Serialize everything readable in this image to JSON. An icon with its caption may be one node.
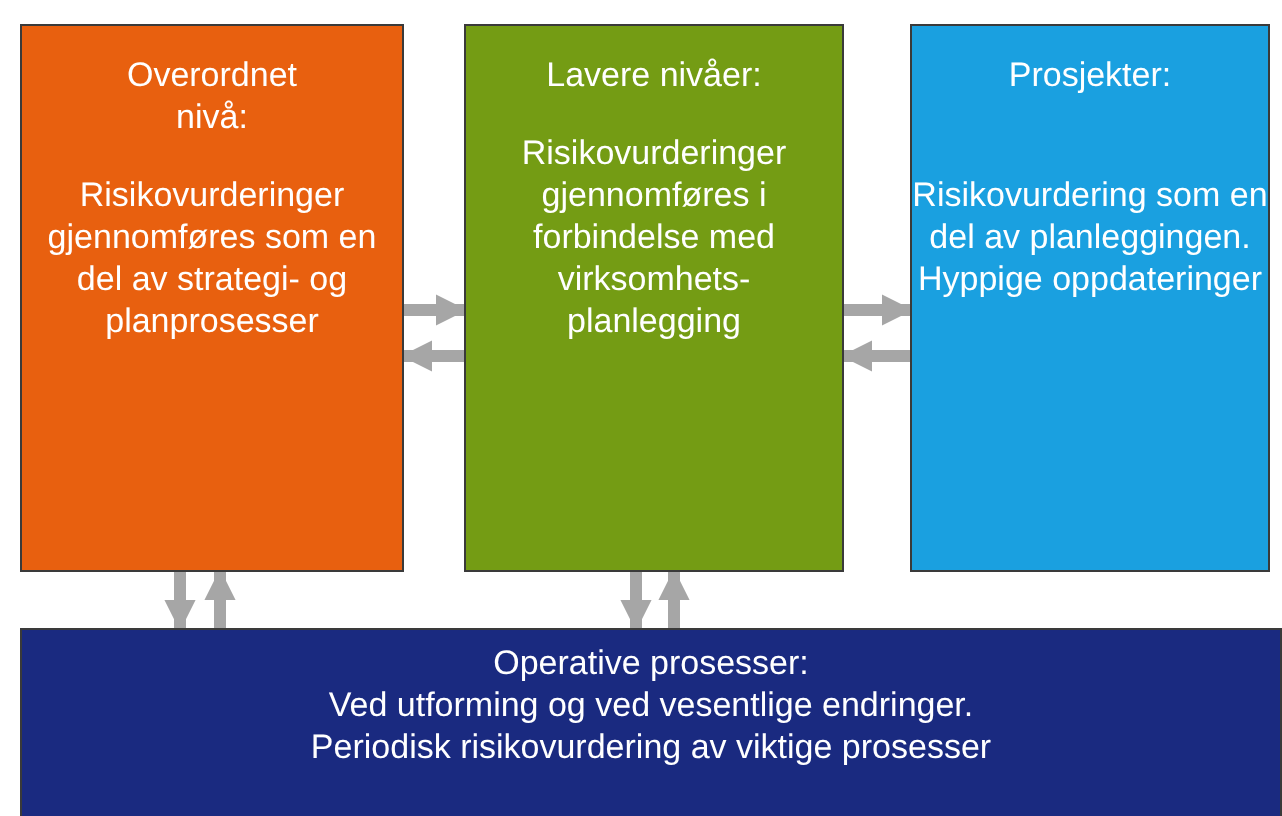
{
  "diagram": {
    "nodes": [
      {
        "text": [
          "Overordnet nivå:",
          "Risikovurderinger gjennomføres som en del av strategi- og planprosesser"
        ]
      },
      {
        "text": [
          "Lavere nivåer:",
          "Risikovurderinger gjennomføres i forbindelse med virksomhets- planlegging"
        ]
      },
      {
        "text": [
          "Prosjekter:",
          "Risikovurdering som en del av planleggingen. Hyppige oppdateringer"
        ]
      },
      {
        "text": [
          "Operative prosesser:",
          "Ved utforming og ved vesentlige endringer.",
          "Periodisk risikovurdering av viktige prosesser"
        ]
      }
    ],
    "edges": [
      {
        "from": 0,
        "to": 1,
        "arrow": "to"
      },
      {
        "from": 1,
        "to": 0,
        "arrow": "to"
      },
      {
        "from": 1,
        "to": 2,
        "arrow": "to"
      },
      {
        "from": 2,
        "to": 1,
        "arrow": "to"
      },
      {
        "from": 0,
        "to": 3,
        "arrow": "to"
      },
      {
        "from": 3,
        "to": 0,
        "arrow": "to"
      },
      {
        "from": 1,
        "to": 3,
        "arrow": "to"
      },
      {
        "from": 3,
        "to": 1,
        "arrow": "to"
      }
    ]
  }
}
